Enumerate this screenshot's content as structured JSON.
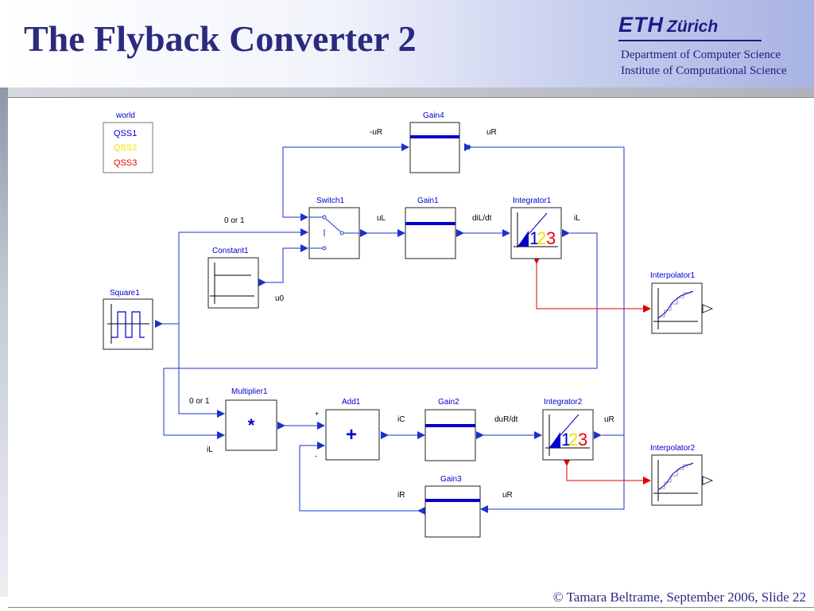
{
  "slide": {
    "title": "The Flyback Converter 2",
    "logo_eth": "ETH",
    "logo_zurich": "Zürich",
    "dept_line1": "Department of Computer Science",
    "dept_line2": "Institute of Computational Science",
    "footer": "© Tamara Beltrame, September 2006, Slide 22"
  },
  "colors": {
    "title": "#2a2a80",
    "block_blue": "#0000cc",
    "wire_blue": "#1a33cc",
    "wire_red": "#dd0000",
    "qss1": "#0000cc",
    "qss2": "#f0e000",
    "qss3": "#ee0000"
  },
  "world": {
    "title": "world",
    "items": [
      "QSS1",
      "QSS2",
      "QSS3"
    ]
  },
  "blocks": {
    "gain4": "Gain4",
    "switch1": "Switch1",
    "gain1": "Gain1",
    "integrator1": "Integrator1",
    "constant1": "Constant1",
    "square1": "Square1",
    "interpolator1": "Interpolator1",
    "multiplier1": "Multiplier1",
    "add1": "Add1",
    "gain2": "Gain2",
    "integrator2": "Integrator2",
    "interpolator2": "Interpolator2",
    "gain3": "Gain3"
  },
  "symbols": {
    "multiply": "*",
    "add": "+",
    "plus_sign": "+",
    "minus_sign": "-",
    "int_1": "1",
    "int_2": "2",
    "int_3": "3"
  },
  "signals": {
    "neg_uR": "-uR",
    "uR_top": "uR",
    "zero_or_one_top": "0 or 1",
    "uL": "uL",
    "diL_dt": "diL/dt",
    "iL_top": "iL",
    "u0": "u0",
    "zero_or_one_bottom": "0 or 1",
    "iL_bottom": "iL",
    "iC": "iC",
    "duR_dt": "duR/dt",
    "uR_mid": "uR",
    "iR": "iR",
    "uR_bottom": "uR"
  }
}
